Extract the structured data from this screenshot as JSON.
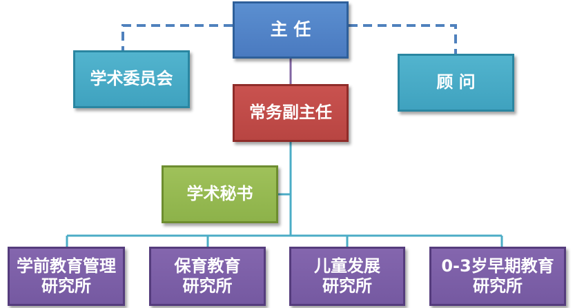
{
  "nodes": {
    "director": {
      "label": "主 任",
      "color": "#4f81bd"
    },
    "committee": {
      "label": "学术委员会",
      "color": "#4bacc6"
    },
    "advisor": {
      "label": "顾 问",
      "color": "#4bacc6"
    },
    "deputy": {
      "label": "常务副主任",
      "color": "#c0504d"
    },
    "secretary": {
      "label": "学术秘书",
      "color": "#9bbb59"
    },
    "institutes": [
      {
        "line1": "学前教育管理",
        "line2": "研究所",
        "color": "#8064a2"
      },
      {
        "line1": "保育教育",
        "line2": "研究所",
        "color": "#8064a2"
      },
      {
        "line1": "儿童发展",
        "line2": "研究所",
        "color": "#8064a2"
      },
      {
        "line1": "0-3岁早期教育",
        "line2": "研究所",
        "color": "#8064a2"
      }
    ]
  },
  "edges": [
    {
      "from": "director",
      "to": "committee",
      "style": "dashed"
    },
    {
      "from": "director",
      "to": "advisor",
      "style": "dashed"
    },
    {
      "from": "director",
      "to": "deputy",
      "style": "solid"
    },
    {
      "from": "deputy",
      "to": "secretary",
      "style": "solid"
    },
    {
      "from": "deputy",
      "to": "institute-1",
      "style": "solid"
    },
    {
      "from": "deputy",
      "to": "institute-2",
      "style": "solid"
    },
    {
      "from": "deputy",
      "to": "institute-3",
      "style": "solid"
    },
    {
      "from": "deputy",
      "to": "institute-4",
      "style": "solid"
    }
  ],
  "connector_colors": {
    "dashed": "#4f81bd",
    "director_to_deputy": "#8064a2",
    "tree": "#4bacc6"
  }
}
